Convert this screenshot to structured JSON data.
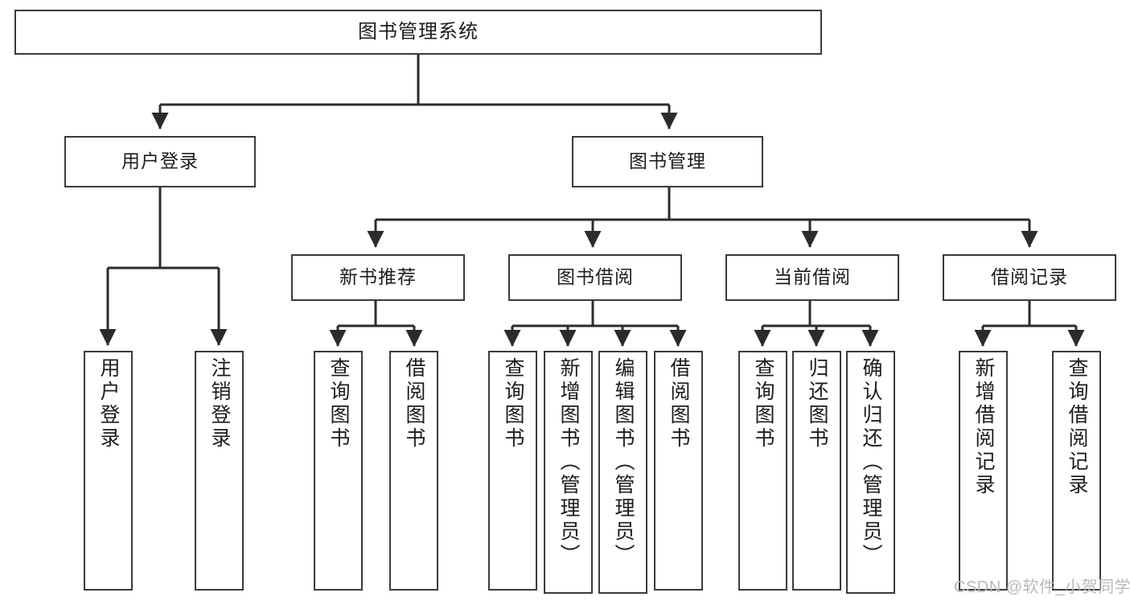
{
  "diagram": {
    "title": "图书管理系统",
    "type": "tree",
    "orientation": "top-down",
    "colors": {
      "box_border": "#3b3b3b",
      "box_fill": "#ffffff",
      "connector": "#2b2b2b",
      "text": "#1d1d1d",
      "watermark": "#b9b9b9",
      "background": "#ffffff"
    },
    "nodes": {
      "root": {
        "label": "图书管理系统"
      },
      "level2": [
        {
          "id": "user-login",
          "label": "用户登录"
        },
        {
          "id": "book-management",
          "label": "图书管理"
        }
      ],
      "level3": [
        {
          "id": "new-book-recommend",
          "label": "新书推荐"
        },
        {
          "id": "book-borrow",
          "label": "图书借阅"
        },
        {
          "id": "current-borrow",
          "label": "当前借阅"
        },
        {
          "id": "borrow-record",
          "label": "借阅记录"
        }
      ],
      "leaves": {
        "user_login": [
          {
            "id": "leaf-user-login",
            "label": "用户登录"
          },
          {
            "id": "leaf-logout-login",
            "label": "注销登录"
          }
        ],
        "new_book_recommend": [
          {
            "id": "leaf-query-book-1",
            "label": "查询图书"
          },
          {
            "id": "leaf-borrow-book-1",
            "label": "借阅图书"
          }
        ],
        "book_borrow": [
          {
            "id": "leaf-query-book-2",
            "label": "查询图书"
          },
          {
            "id": "leaf-add-book",
            "label": "新增图书（管理员）"
          },
          {
            "id": "leaf-edit-book",
            "label": "编辑图书（管理员）"
          },
          {
            "id": "leaf-borrow-book-2",
            "label": "借阅图书"
          }
        ],
        "current_borrow": [
          {
            "id": "leaf-query-book-3",
            "label": "查询图书"
          },
          {
            "id": "leaf-return-book",
            "label": "归还图书"
          },
          {
            "id": "leaf-confirm-return",
            "label": "确认归还（管理员）"
          }
        ],
        "borrow_record": [
          {
            "id": "leaf-add-record",
            "label": "新增借阅记录"
          },
          {
            "id": "leaf-query-record",
            "label": "查询借阅记录"
          }
        ]
      }
    },
    "watermark": "CSDN @软件_小贺同学"
  }
}
